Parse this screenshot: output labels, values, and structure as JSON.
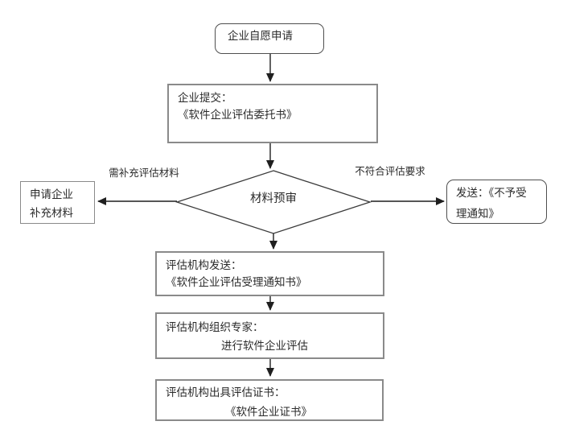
{
  "flowchart": {
    "nodes": {
      "start": {
        "label": "企业自愿申请"
      },
      "submit": {
        "lines": [
          "企业提交：",
          "《软件企业评估委托书》"
        ]
      },
      "review": {
        "label": "材料预审"
      },
      "supplement": {
        "lines": [
          "申请企业",
          "补充材料"
        ]
      },
      "reject": {
        "lines": [
          "发送：《不予受",
          "理通知》"
        ]
      },
      "accept": {
        "lines": [
          "评估机构发送：",
          "《软件企业评估受理通知书》"
        ]
      },
      "organize": {
        "lines": [
          "评估机构组织专家：",
          "进行软件企业评估"
        ]
      },
      "certificate": {
        "lines": [
          "评估机构出具评估证书：",
          "《软件企业证书》"
        ]
      }
    },
    "edge_labels": {
      "need_supplement": "需补充评估材料",
      "not_qualified": "不符合评估要求"
    },
    "colors": {
      "background": "#ffffff",
      "arrow_line": "#1f1f1f",
      "diamond_border": "#3a3a3a",
      "rect_border": "#8a8a8a",
      "rounded_border": "#4f4f4f",
      "text": "#2b2b2b"
    }
  }
}
